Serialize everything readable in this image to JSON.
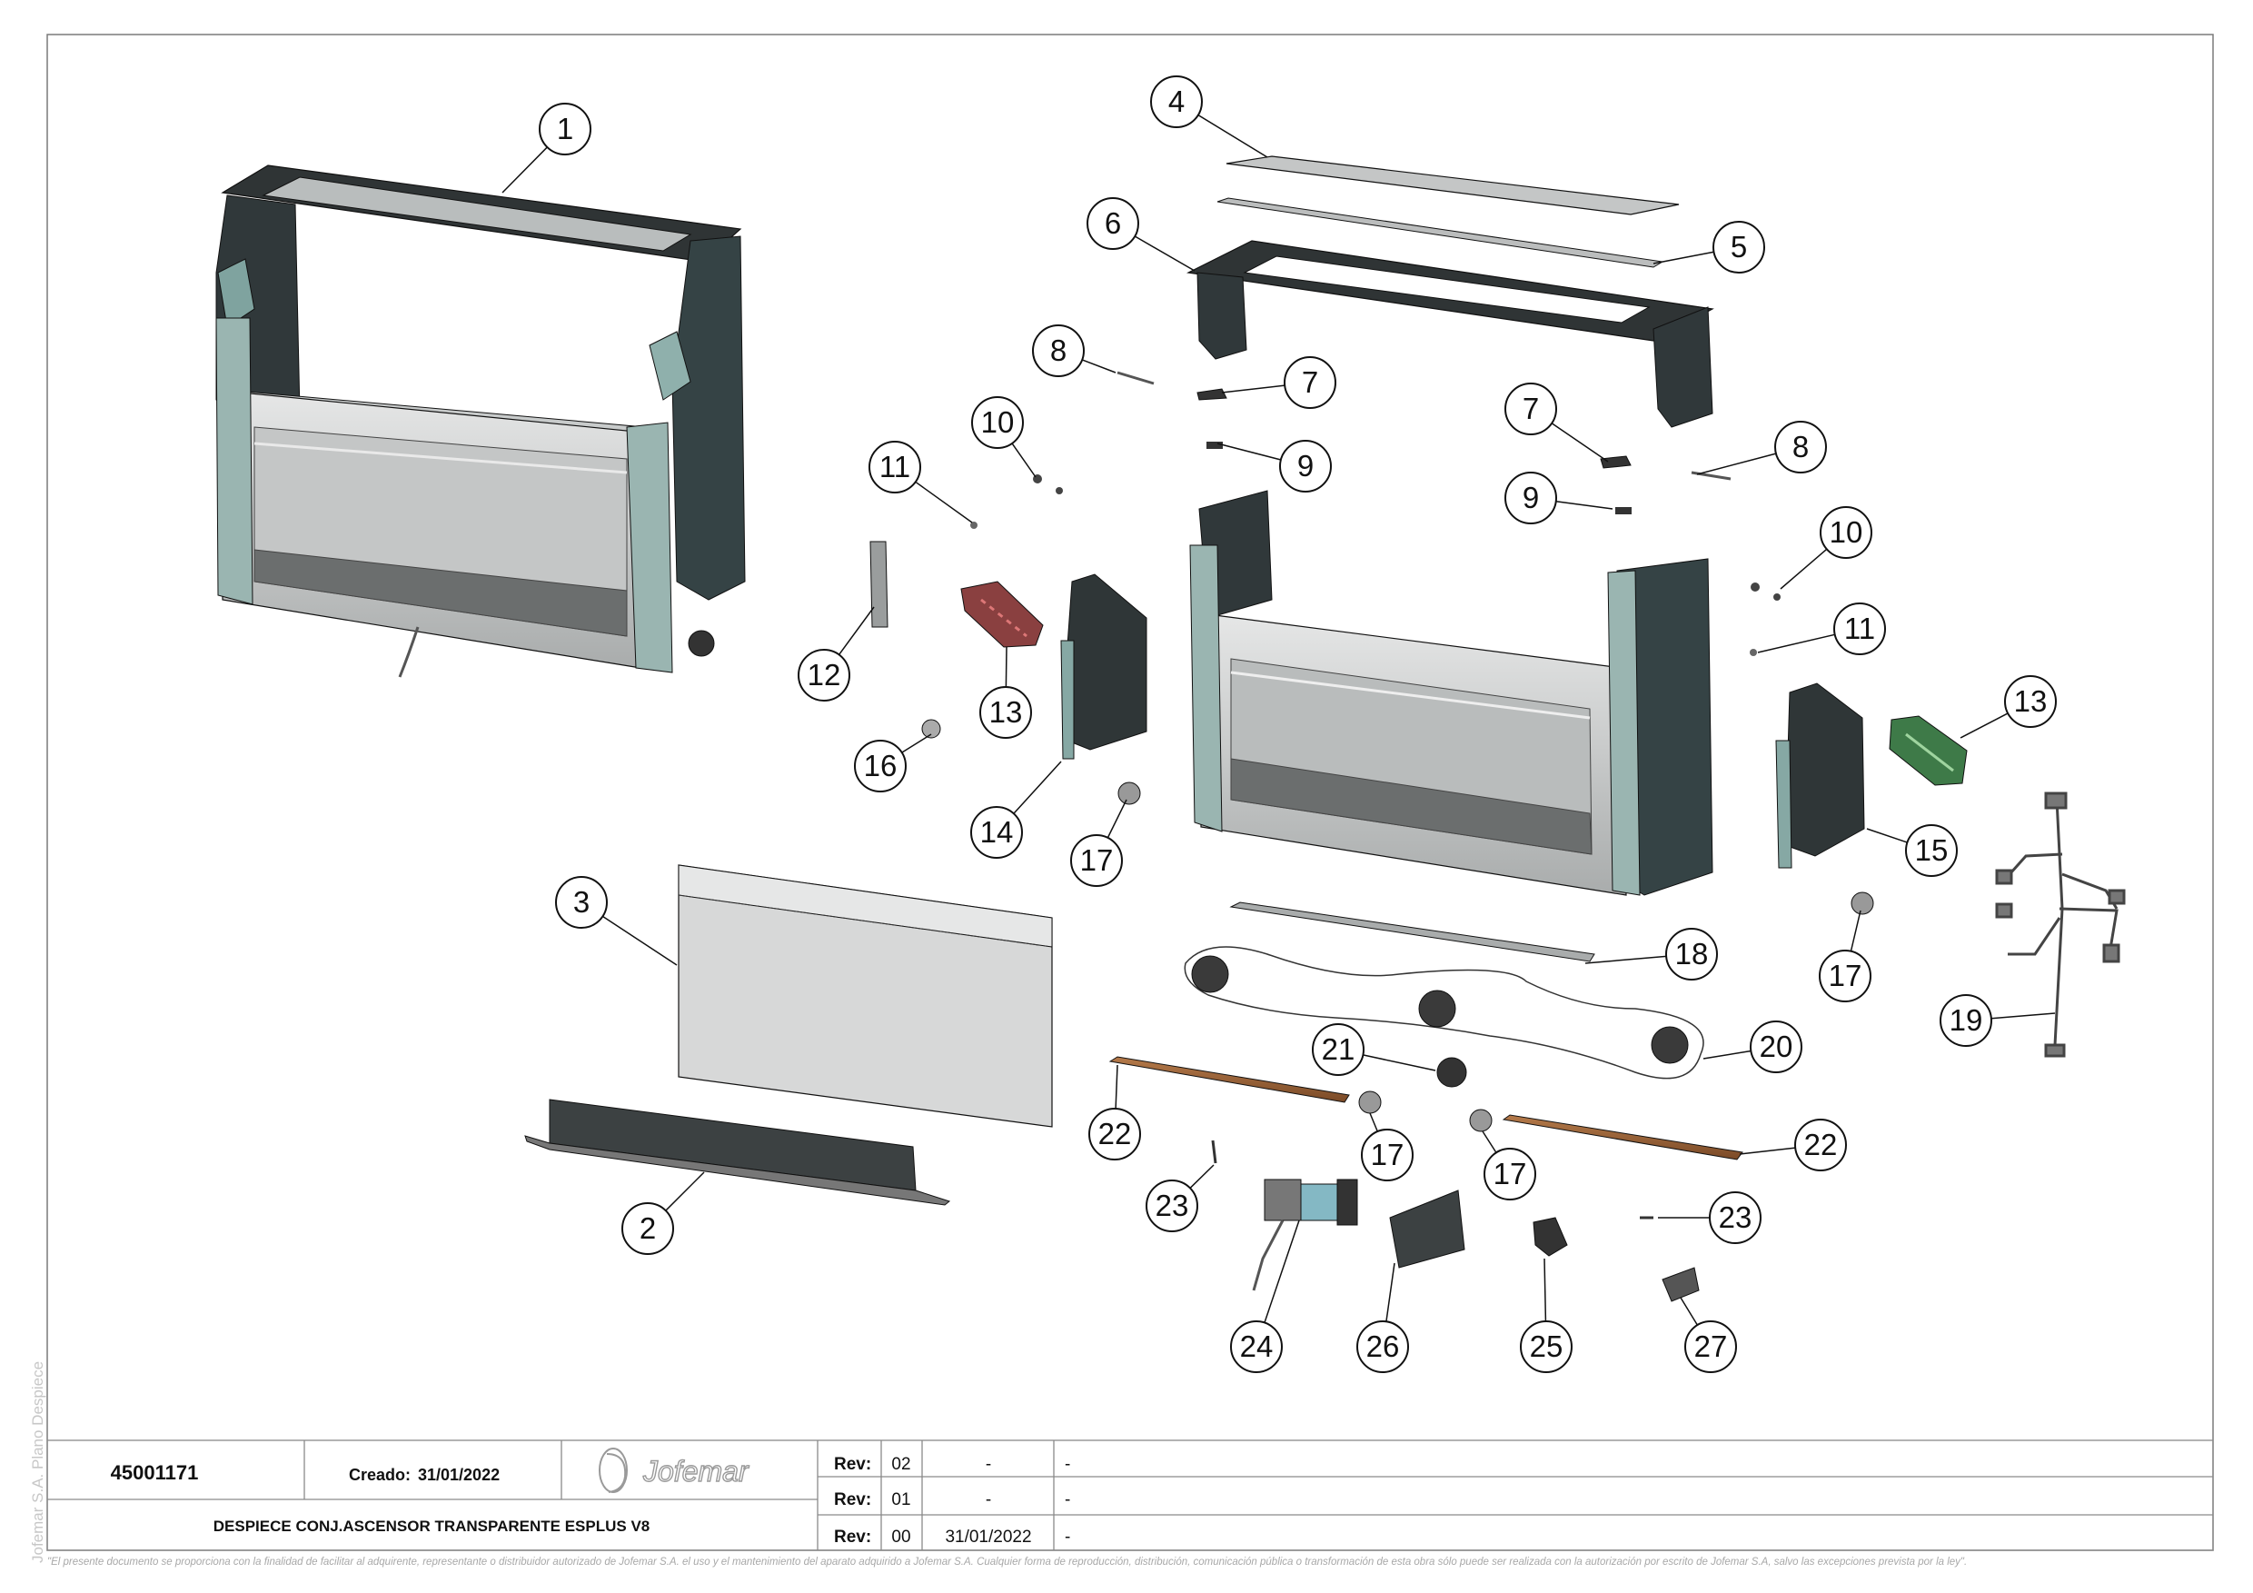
{
  "balloons": [
    {
      "n": "1"
    },
    {
      "n": "2"
    },
    {
      "n": "3"
    },
    {
      "n": "4"
    },
    {
      "n": "5"
    },
    {
      "n": "6"
    },
    {
      "n": "7"
    },
    {
      "n": "7"
    },
    {
      "n": "8"
    },
    {
      "n": "8"
    },
    {
      "n": "9"
    },
    {
      "n": "9"
    },
    {
      "n": "10"
    },
    {
      "n": "10"
    },
    {
      "n": "11"
    },
    {
      "n": "11"
    },
    {
      "n": "12"
    },
    {
      "n": "13"
    },
    {
      "n": "13"
    },
    {
      "n": "14"
    },
    {
      "n": "15"
    },
    {
      "n": "16"
    },
    {
      "n": "17"
    },
    {
      "n": "17"
    },
    {
      "n": "17"
    },
    {
      "n": "17"
    },
    {
      "n": "18"
    },
    {
      "n": "19"
    },
    {
      "n": "20"
    },
    {
      "n": "21"
    },
    {
      "n": "22"
    },
    {
      "n": "22"
    },
    {
      "n": "23"
    },
    {
      "n": "23"
    },
    {
      "n": "24"
    },
    {
      "n": "25"
    },
    {
      "n": "26"
    },
    {
      "n": "27"
    }
  ],
  "title_block": {
    "part_number": "45001171",
    "created_label": "Creado:",
    "created_date": "31/01/2022",
    "logo_text": "Jofemar",
    "description": "DESPIECE CONJ.ASCENSOR TRANSPARENTE ESPLUS V8",
    "revisions": [
      {
        "label": "Rev:",
        "num": "02",
        "date": "-",
        "note": "-"
      },
      {
        "label": "Rev:",
        "num": "01",
        "date": "-",
        "note": "-"
      },
      {
        "label": "Rev:",
        "num": "00",
        "date": "31/01/2022",
        "note": "-"
      }
    ]
  },
  "side_note": "Jofemar S.A. Plano Despiece",
  "footer_note": "\"El presente documento se proporciona con la finalidad de facilitar al adquirente, representante o distribuidor autorizado de Jofemar S.A. el uso y el mantenimiento del aparato adquirido a Jofemar S.A. Cualquier forma de reproducción, distribución, comunicación pública o transformación de esta obra sólo puede ser realizada con la autorización por escrito de Jofemar S.A, salvo las excepciones prevista por la ley\".",
  "colors": {
    "frame": "#3a3f40",
    "panel": "#cfd2d2",
    "accent": "#8fb0ac",
    "line": "#111111"
  }
}
